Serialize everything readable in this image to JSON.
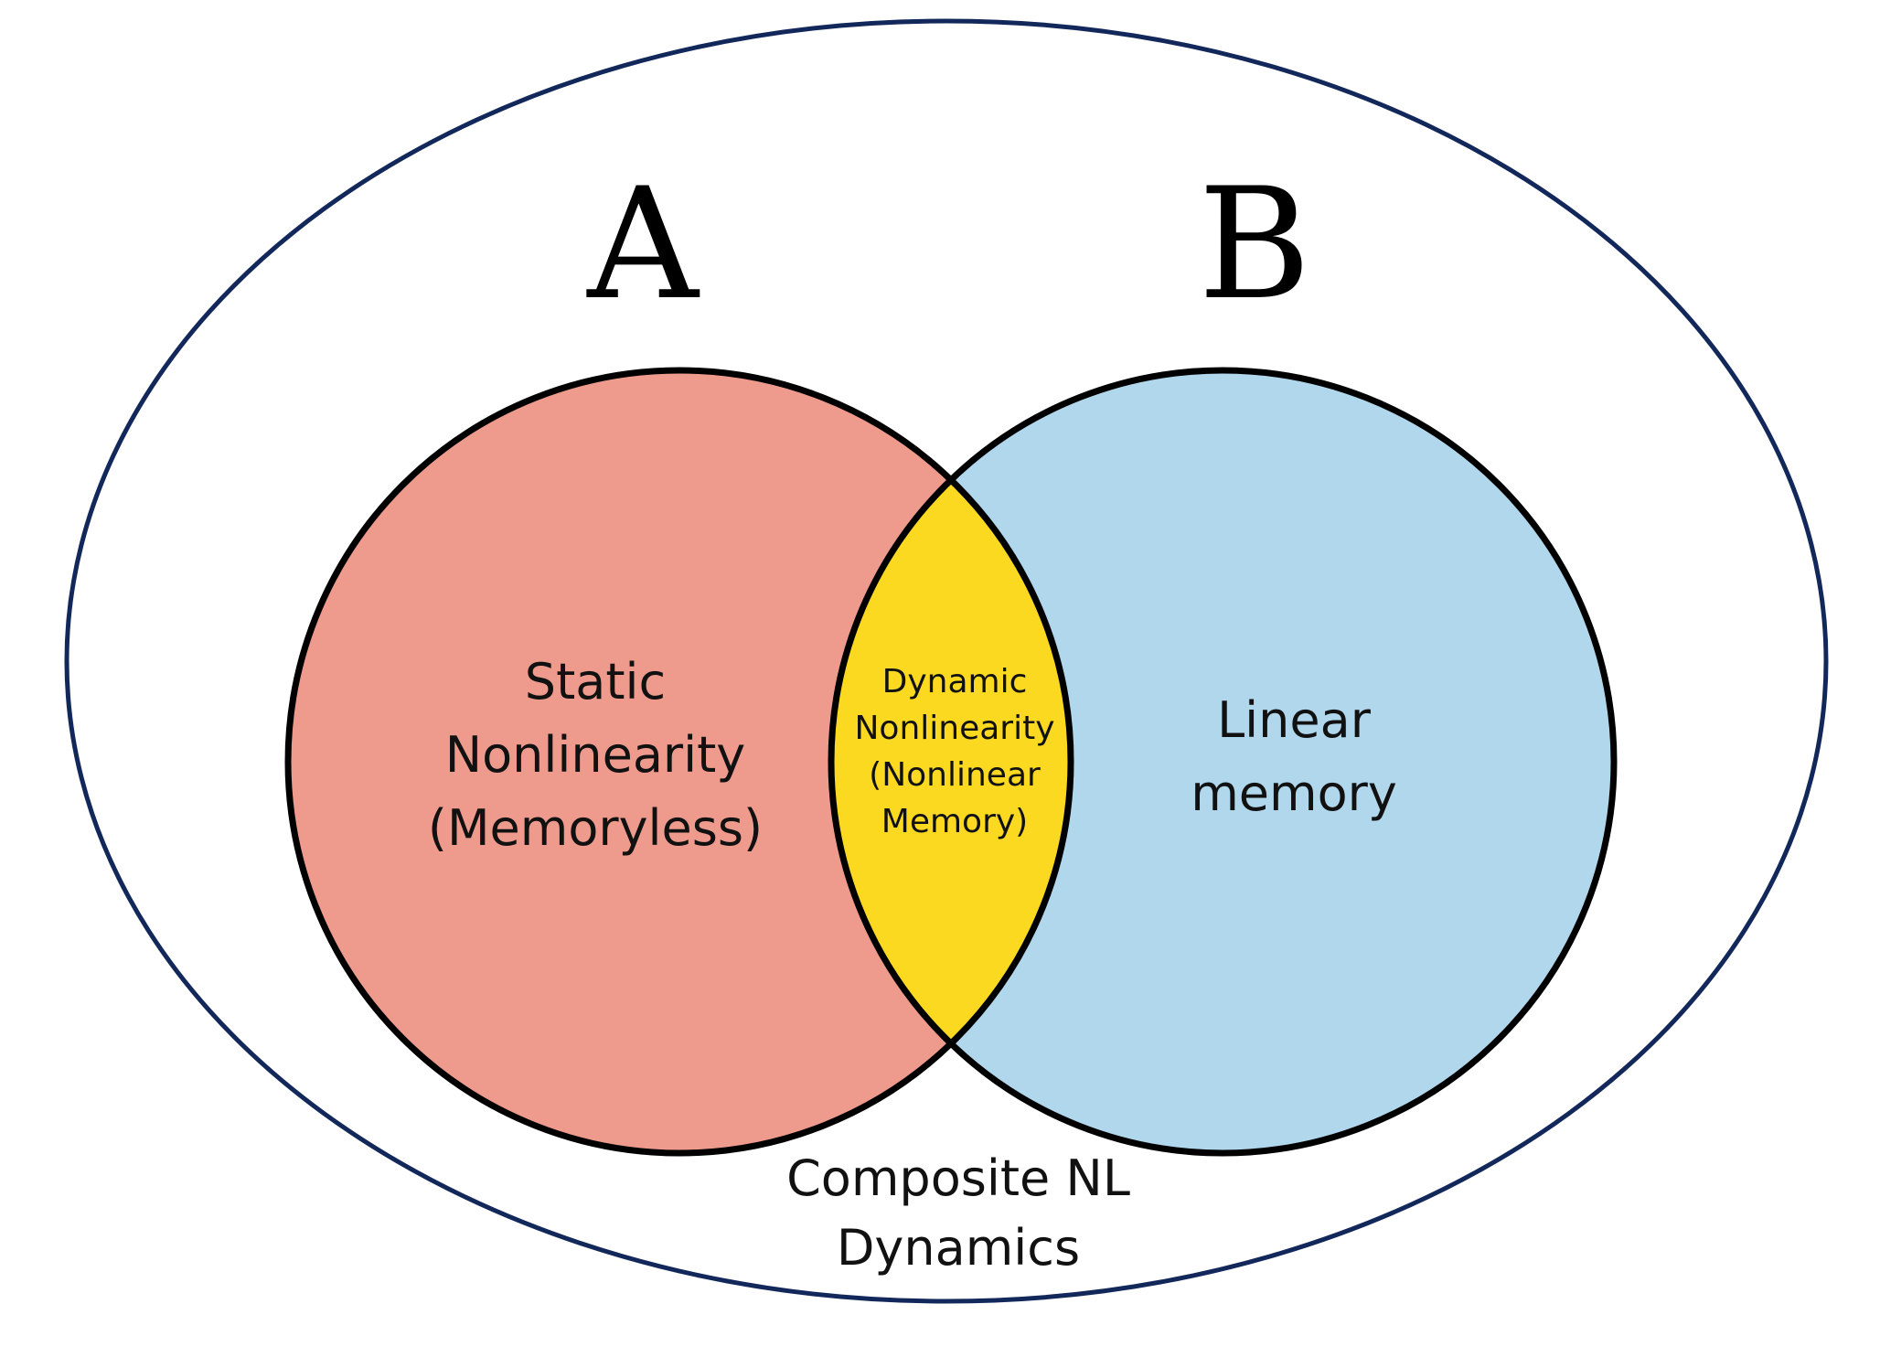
{
  "colors": {
    "outer_ellipse_stroke": "#13285a",
    "set_a_fill": "#ee9b8d",
    "set_b_fill": "#b1d7ec",
    "intersection_fill": "#fbd920",
    "circle_stroke": "#000000"
  },
  "labels": {
    "set_a": "A",
    "set_b": "B"
  },
  "regions": {
    "a_only": [
      "Static",
      "Nonlinearity",
      "(Memoryless)"
    ],
    "intersection": [
      "Dynamic",
      "Nonlinearity",
      "(Nonlinear",
      "Memory)"
    ],
    "b_only": [
      "Linear",
      "memory"
    ]
  },
  "universe": [
    "Composite NL",
    "Dynamics"
  ]
}
